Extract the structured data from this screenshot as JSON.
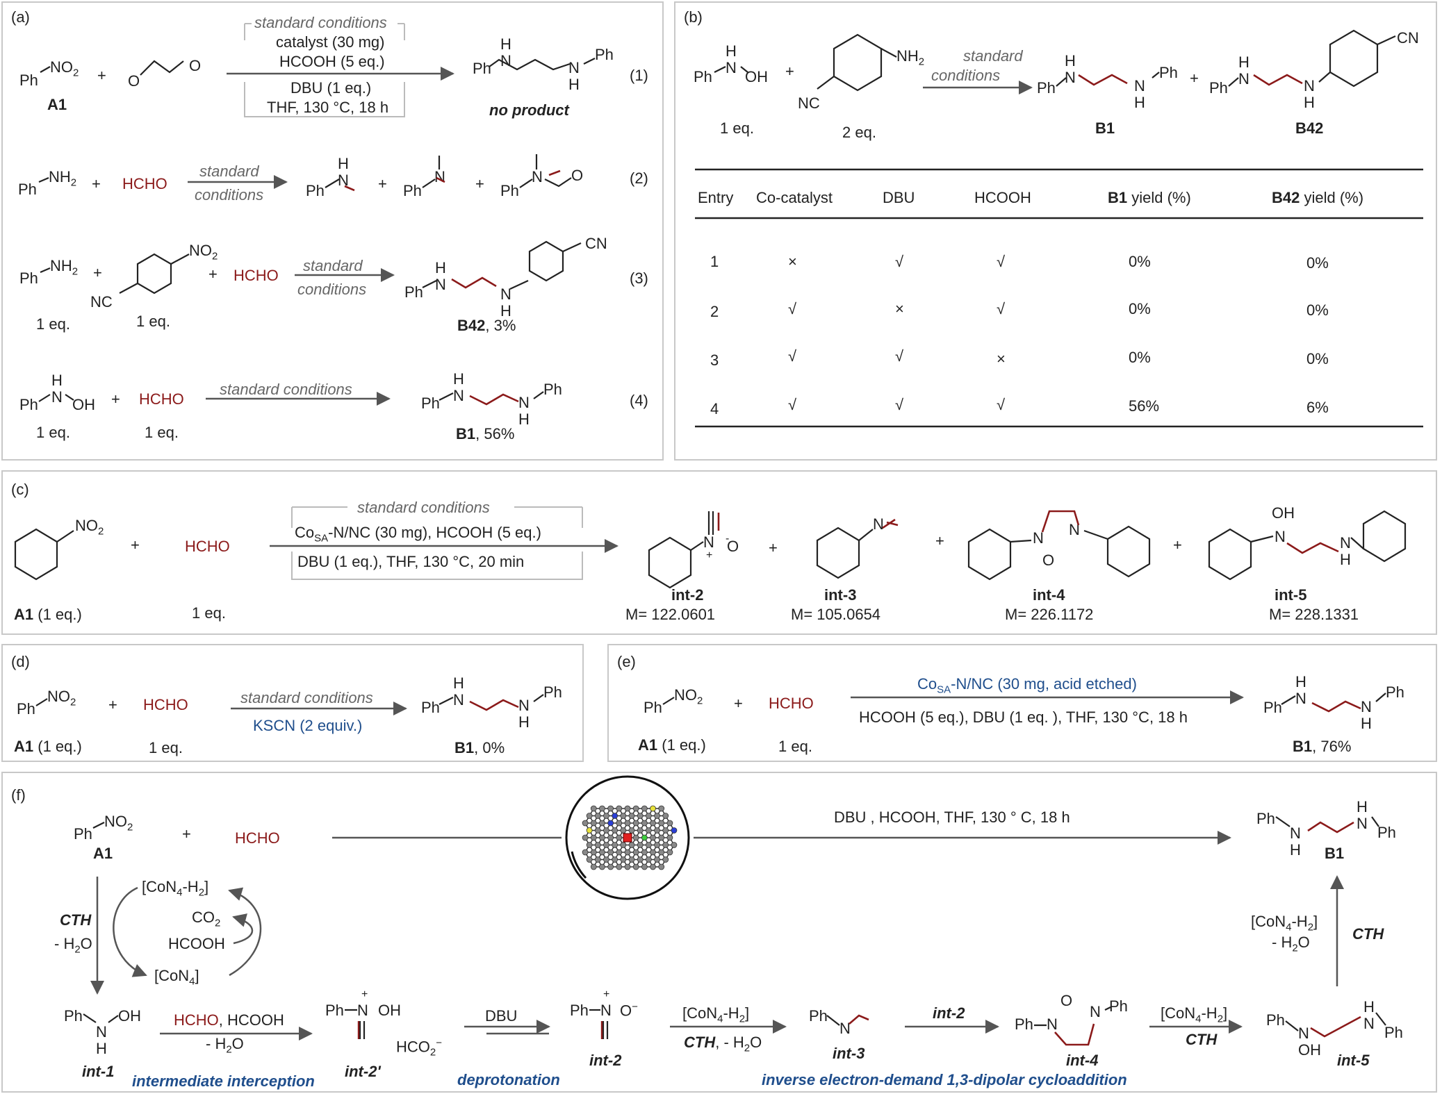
{
  "panel_a": {
    "label": "(a)",
    "r1": {
      "reactant1": "Ph",
      "nitro": "NO2",
      "a1": "A1",
      "cond_header": "standard conditions",
      "cond1": "catalyst (30 mg)",
      "cond2": "HCOOH (5 eq.)",
      "cond3": "DBU (1 eq.)",
      "cond4": "THF, 130 °C, 18 h",
      "product": "no product",
      "num": "(1)"
    },
    "r2": {
      "amine": "Ph",
      "nh2": "NH2",
      "hcho": "HCHO",
      "cond1": "standard",
      "cond2": "conditions",
      "num": "(2)"
    },
    "r3": {
      "amine": "Ph",
      "nh2": "NH2",
      "eq1": "1 eq.",
      "eq2": "1 eq.",
      "hcho": "HCHO",
      "cond1": "standard",
      "cond2": "conditions",
      "product": "B42",
      "yield": ", 3%",
      "num": "(3)"
    },
    "r4": {
      "eq1": "1 eq.",
      "eq2": "1 eq.",
      "hcho": "HCHO",
      "cond": "standard conditions",
      "product": "B1",
      "yield": ", 56%",
      "num": "(4)"
    }
  },
  "panel_b": {
    "label": "(b)",
    "eq1": "1 eq.",
    "eq2": "2 eq.",
    "cond1": "standard",
    "cond2": "conditions",
    "p1": "B1",
    "p2": "B42",
    "headers": [
      "Entry",
      "Co-catalyst",
      "DBU",
      "HCOOH",
      "B1",
      " yield (%)",
      "B42",
      " yield (%)"
    ],
    "rows": [
      {
        "entry": "1",
        "co": "×",
        "dbu": "√",
        "hcooh": "√",
        "b1": "0%",
        "b42": "0%"
      },
      {
        "entry": "2",
        "co": "√",
        "dbu": "×",
        "hcooh": "√",
        "b1": "0%",
        "b42": "0%"
      },
      {
        "entry": "3",
        "co": "√",
        "dbu": "√",
        "hcooh": "×",
        "b1": "0%",
        "b42": "0%"
      },
      {
        "entry": "4",
        "co": "√",
        "dbu": "√",
        "hcooh": "√",
        "b1": "56%",
        "b42": "6%"
      }
    ]
  },
  "panel_c": {
    "label": "(c)",
    "a1": "A1",
    "a1eq": " (1 eq.)",
    "hcho": "HCHO",
    "hcho_eq": "1 eq.",
    "cond_header": "standard conditions",
    "cond1": "CoSA-N/NC (30 mg), HCOOH (5 eq.)",
    "cond2": "DBU (1 eq.), THF, 130 °C, 20 min",
    "products": [
      {
        "name": "int-2",
        "mass": "M= 122.0601"
      },
      {
        "name": "int-3",
        "mass": "M= 105.0654"
      },
      {
        "name": "int-4",
        "mass": "M= 226.1172"
      },
      {
        "name": "int-5",
        "mass": "M= 228.1331"
      }
    ]
  },
  "panel_d": {
    "label": "(d)",
    "a1": "A1",
    "a1eq": " (1 eq.)",
    "hcho": "HCHO",
    "hcho_eq": "1 eq.",
    "cond1": "standard conditions",
    "cond2": "KSCN (2 equiv.)",
    "product": "B1",
    "yield": ", 0%"
  },
  "panel_e": {
    "label": "(e)",
    "a1": "A1",
    "a1eq": " (1 eq.)",
    "hcho": "HCHO",
    "hcho_eq": "1 eq.",
    "cond1": "CoSA-N/NC (30 mg, acid etched)",
    "cond2": "HCOOH (5 eq.), DBU (1 eq. ), THF, 130 °C, 18 h",
    "product": "B1",
    "yield": ", 76%"
  },
  "panel_f": {
    "label": "(f)",
    "a1": "A1",
    "hcho": "HCHO",
    "top_cond": "DBU , HCOOH, THF, 130 ° C, 18 h",
    "b1": "B1",
    "cycle": {
      "co_h2": "[CoN4-H2]",
      "co2": "CO2",
      "hcooh": "HCOOH",
      "co": "[CoN4]",
      "cth": "CTH",
      "h2o": "- H2O"
    },
    "right_cond": {
      "co_h2": "[CoN4-H2]",
      "h2o": "- H2O",
      "cth": "CTH"
    },
    "step1": {
      "top": "HCHO",
      "top2": ", HCOOH",
      "bottom": "- H2O",
      "caption": "intermediate interception"
    },
    "step2": {
      "top": "DBU",
      "caption": "deprotonation"
    },
    "step3": {
      "top": "[CoN4-H2]",
      "bottom": "CTH",
      "bottom2": ", - H2O"
    },
    "step4": {
      "top": "int-2"
    },
    "step5": {
      "top": "[CoN4-H2]",
      "bottom": "CTH"
    },
    "cycloaddition": "inverse electron-demand 1,3-dipolar cycloaddition",
    "intermediates": [
      "int-1",
      "int-2'",
      "int-2",
      "int-3",
      "int-4",
      "int-5"
    ],
    "hco2": "HCO2"
  }
}
